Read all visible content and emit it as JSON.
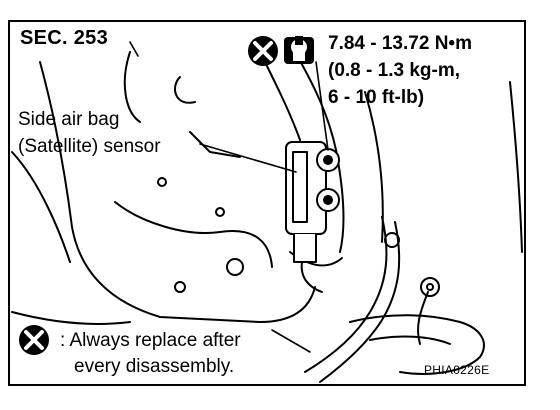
{
  "section_ref": "SEC. 253",
  "torque": {
    "line1": "7.84 - 13.72 N•m",
    "line2": "(0.8 - 1.3 kg-m,",
    "line3": "6 - 10 ft-lb)"
  },
  "callout": {
    "line1": "Side air bag",
    "line2": "(Satellite) sensor"
  },
  "note": {
    "line1": ": Always replace after",
    "line2": "every disassembly."
  },
  "figure_code": "PHIA0226E",
  "icons": [
    "do-not-reuse-icon",
    "torque-wrench-icon"
  ]
}
